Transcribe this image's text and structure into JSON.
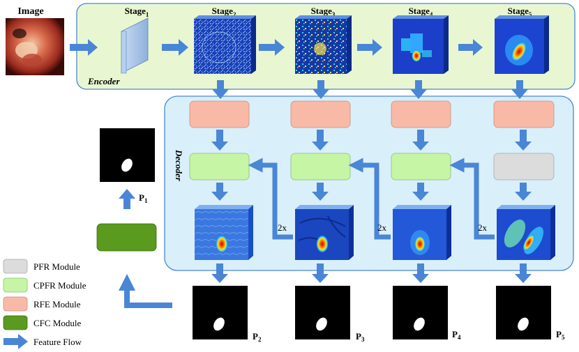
{
  "input_label": "Image",
  "encoder_label": "Encoder",
  "decoder_label": "Decoder",
  "stages": [
    {
      "base": "Stage",
      "sub": "1"
    },
    {
      "base": "Stage",
      "sub": "2"
    },
    {
      "base": "Stage",
      "sub": "3"
    },
    {
      "base": "Stage",
      "sub": "4"
    },
    {
      "base": "Stage",
      "sub": "5"
    }
  ],
  "upsample_label": "2x",
  "outputs": [
    {
      "base": "P",
      "sub": "1"
    },
    {
      "base": "P",
      "sub": "2"
    },
    {
      "base": "P",
      "sub": "3"
    },
    {
      "base": "P",
      "sub": "4"
    },
    {
      "base": "P",
      "sub": "5"
    }
  ],
  "legend": [
    {
      "label": "PFR Module",
      "color": "#dcdcdc"
    },
    {
      "label": "CPFR Module",
      "color": "#c5f5a5"
    },
    {
      "label": "RFE Module",
      "color": "#f8baa6"
    },
    {
      "label": "CFC Module",
      "color": "#5a9a1e"
    },
    {
      "label": "Feature Flow",
      "color": "#4a86d6"
    }
  ],
  "colors": {
    "encoder_bg": "#e8f7d1",
    "decoder_bg": "#d9effa",
    "arrow": "#4a86d6",
    "rfe": "#f8baa6",
    "cpfr": "#c5f5a5",
    "pfr": "#dcdcdc",
    "cfc": "#5a9a1e"
  }
}
